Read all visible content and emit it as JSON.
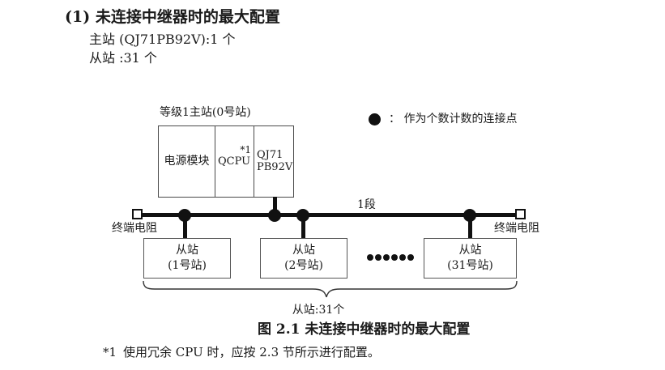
{
  "colors": {
    "ink": "#1a1a1a",
    "line": "#111111",
    "box_border": "#555555"
  },
  "header": {
    "title": "(1) 未连接中继器时的最大配置",
    "master_count": "主站 (QJ71PB92V):1 个",
    "slave_count": "从站 :31 个"
  },
  "diagram": {
    "master_station": {
      "label": "等级1主站(0号站)",
      "cells": {
        "power": "电源模块",
        "cpu": "QCPU",
        "cpu_footnote_ref": "*1",
        "module_line1": "QJ71",
        "module_line2": "PB92V"
      }
    },
    "legend": {
      "text": "：  作为个数计数的连接点"
    },
    "bus": {
      "segment_label": "1段",
      "terminator_left_label": "终端电阻",
      "terminator_right_label": "终端电阻"
    },
    "slave_stations": [
      {
        "line1": "从站",
        "line2": "(1号站)"
      },
      {
        "line1": "从站",
        "line2": "(2号站)"
      },
      {
        "line1": "从站",
        "line2": "(31号站)"
      }
    ],
    "brace_label": "从站:31个"
  },
  "caption": "图 2.1 未连接中继器时的最大配置",
  "footnote": {
    "marker": "*1",
    "text": "使用冗余 CPU 时，应按 2.3 节所示进行配置。"
  }
}
